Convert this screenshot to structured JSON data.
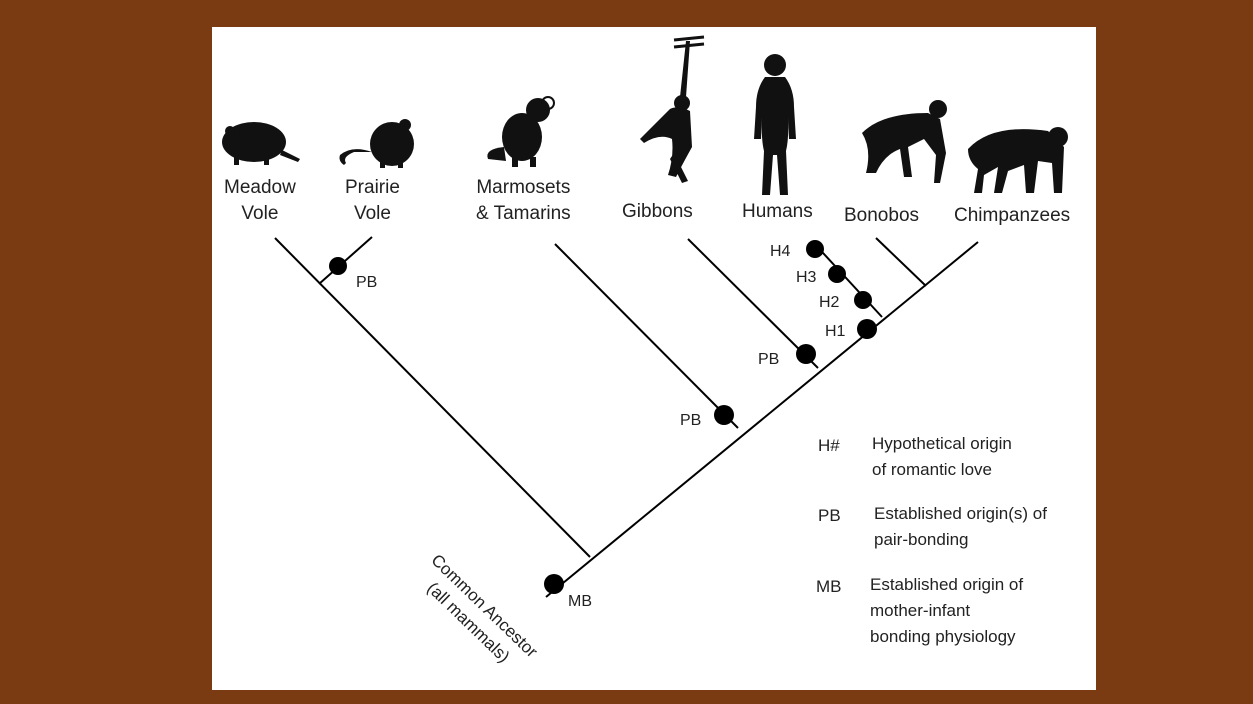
{
  "taxa": {
    "meadow_vole": "Meadow\nVole",
    "prairie_vole": "Prairie\nVole",
    "marmosets": "Marmosets\n& Tamarins",
    "gibbons": "Gibbons",
    "humans": "Humans",
    "bonobos": "Bonobos",
    "chimpanzees": "Chimpanzees"
  },
  "ancestor": "Common Ancestor\n(all mammals)",
  "markers": {
    "pb_vole": "PB",
    "pb_marmoset": "PB",
    "pb_gibbon": "PB",
    "h1": "H1",
    "h2": "H2",
    "h3": "H3",
    "h4": "H4",
    "mb": "MB"
  },
  "legend": [
    {
      "key": "H#",
      "text": "Hypothetical origin\nof romantic love"
    },
    {
      "key": "PB",
      "text": "Established origin(s) of\npair-bonding"
    },
    {
      "key": "MB",
      "text": "Established origin of\nmother-infant\nbonding physiology"
    }
  ],
  "icons": [
    "vole-icon",
    "prairie-vole-icon",
    "marmoset-icon",
    "gibbon-icon",
    "human-icon",
    "bonobo-icon",
    "chimpanzee-icon"
  ],
  "colors": {
    "background": "#7a3a12",
    "panel": "#ffffff",
    "ink": "#000000"
  }
}
